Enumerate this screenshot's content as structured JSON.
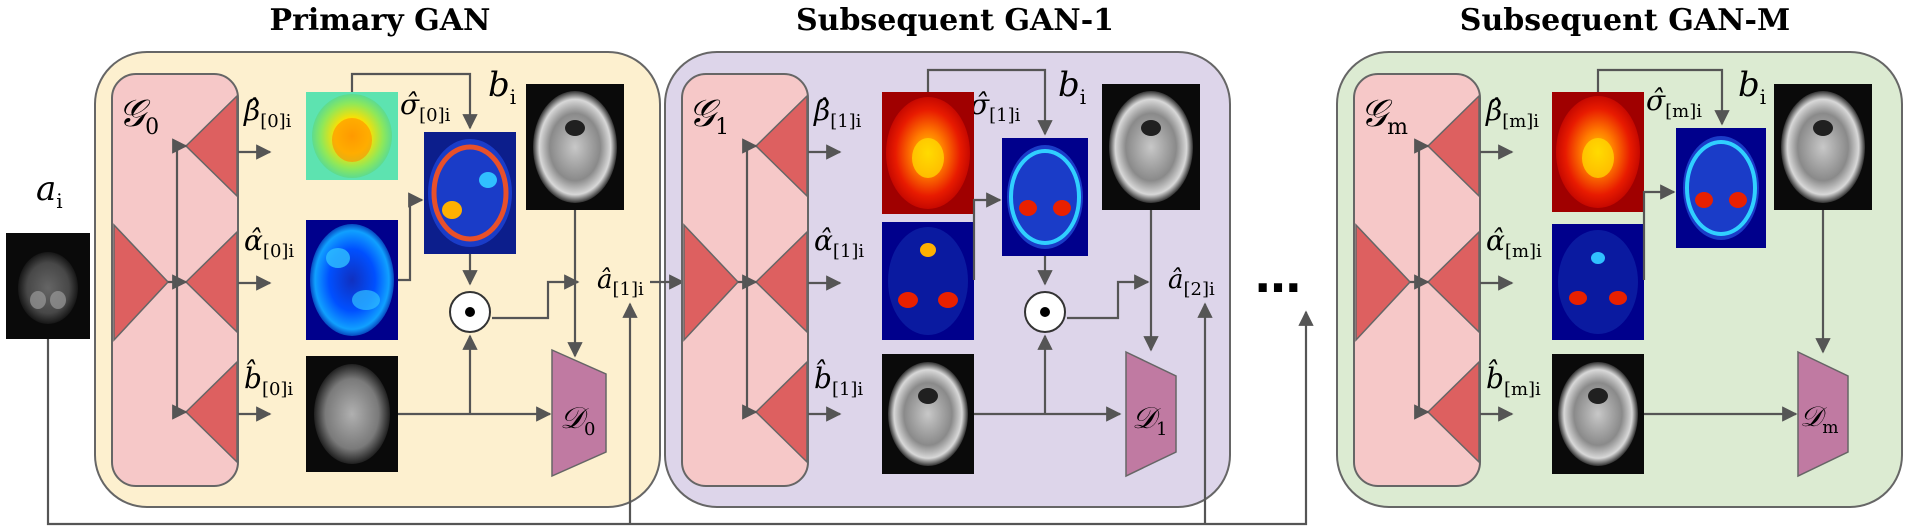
{
  "titles": {
    "primary": "Primary GAN",
    "sub1": "Subsequent GAN-1",
    "subm": "Subsequent GAN-M"
  },
  "input_label": "a",
  "input_label_sub": "i",
  "colors": {
    "primary_bg": "#fdf0cf",
    "sub1_bg": "#ddd5ea",
    "subm_bg": "#dcebd2",
    "generator_bg": "#f6c8c8",
    "triangle": "#dd6060",
    "discriminator": "#c07aa2"
  },
  "blocks": {
    "primary": {
      "generator": "𝒢",
      "generator_sub": "0",
      "beta": "β̂",
      "beta_sub": "[0]i",
      "sigma": "σ̂",
      "sigma_sub": "[0]i",
      "alpha": "α̂",
      "alpha_sub": "[0]i",
      "bhat": "b̂",
      "bhat_sub": "[0]i",
      "b": "b",
      "b_sub": "i",
      "disc": "𝒟",
      "disc_sub": "0",
      "out": "â",
      "out_sub": "[1]i"
    },
    "sub1": {
      "generator": "𝒢",
      "generator_sub": "1",
      "beta": "β̂",
      "beta_sub": "[1]i",
      "sigma": "σ̂",
      "sigma_sub": "[1]i",
      "alpha": "α̂",
      "alpha_sub": "[1]i",
      "bhat": "b̂",
      "bhat_sub": "[1]i",
      "b": "b",
      "b_sub": "i",
      "disc": "𝒟",
      "disc_sub": "1",
      "out": "â",
      "out_sub": "[2]i"
    },
    "subm": {
      "generator": "𝒢",
      "generator_sub": "m",
      "beta": "β̂",
      "beta_sub": "[m]i",
      "sigma": "σ̂",
      "sigma_sub": "[m]i",
      "alpha": "α̂",
      "alpha_sub": "[m]i",
      "bhat": "b̂",
      "bhat_sub": "[m]i",
      "b": "b",
      "b_sub": "i",
      "disc": "𝒟",
      "disc_sub": "m"
    }
  },
  "odot": "⊙",
  "ellipsis": "…"
}
